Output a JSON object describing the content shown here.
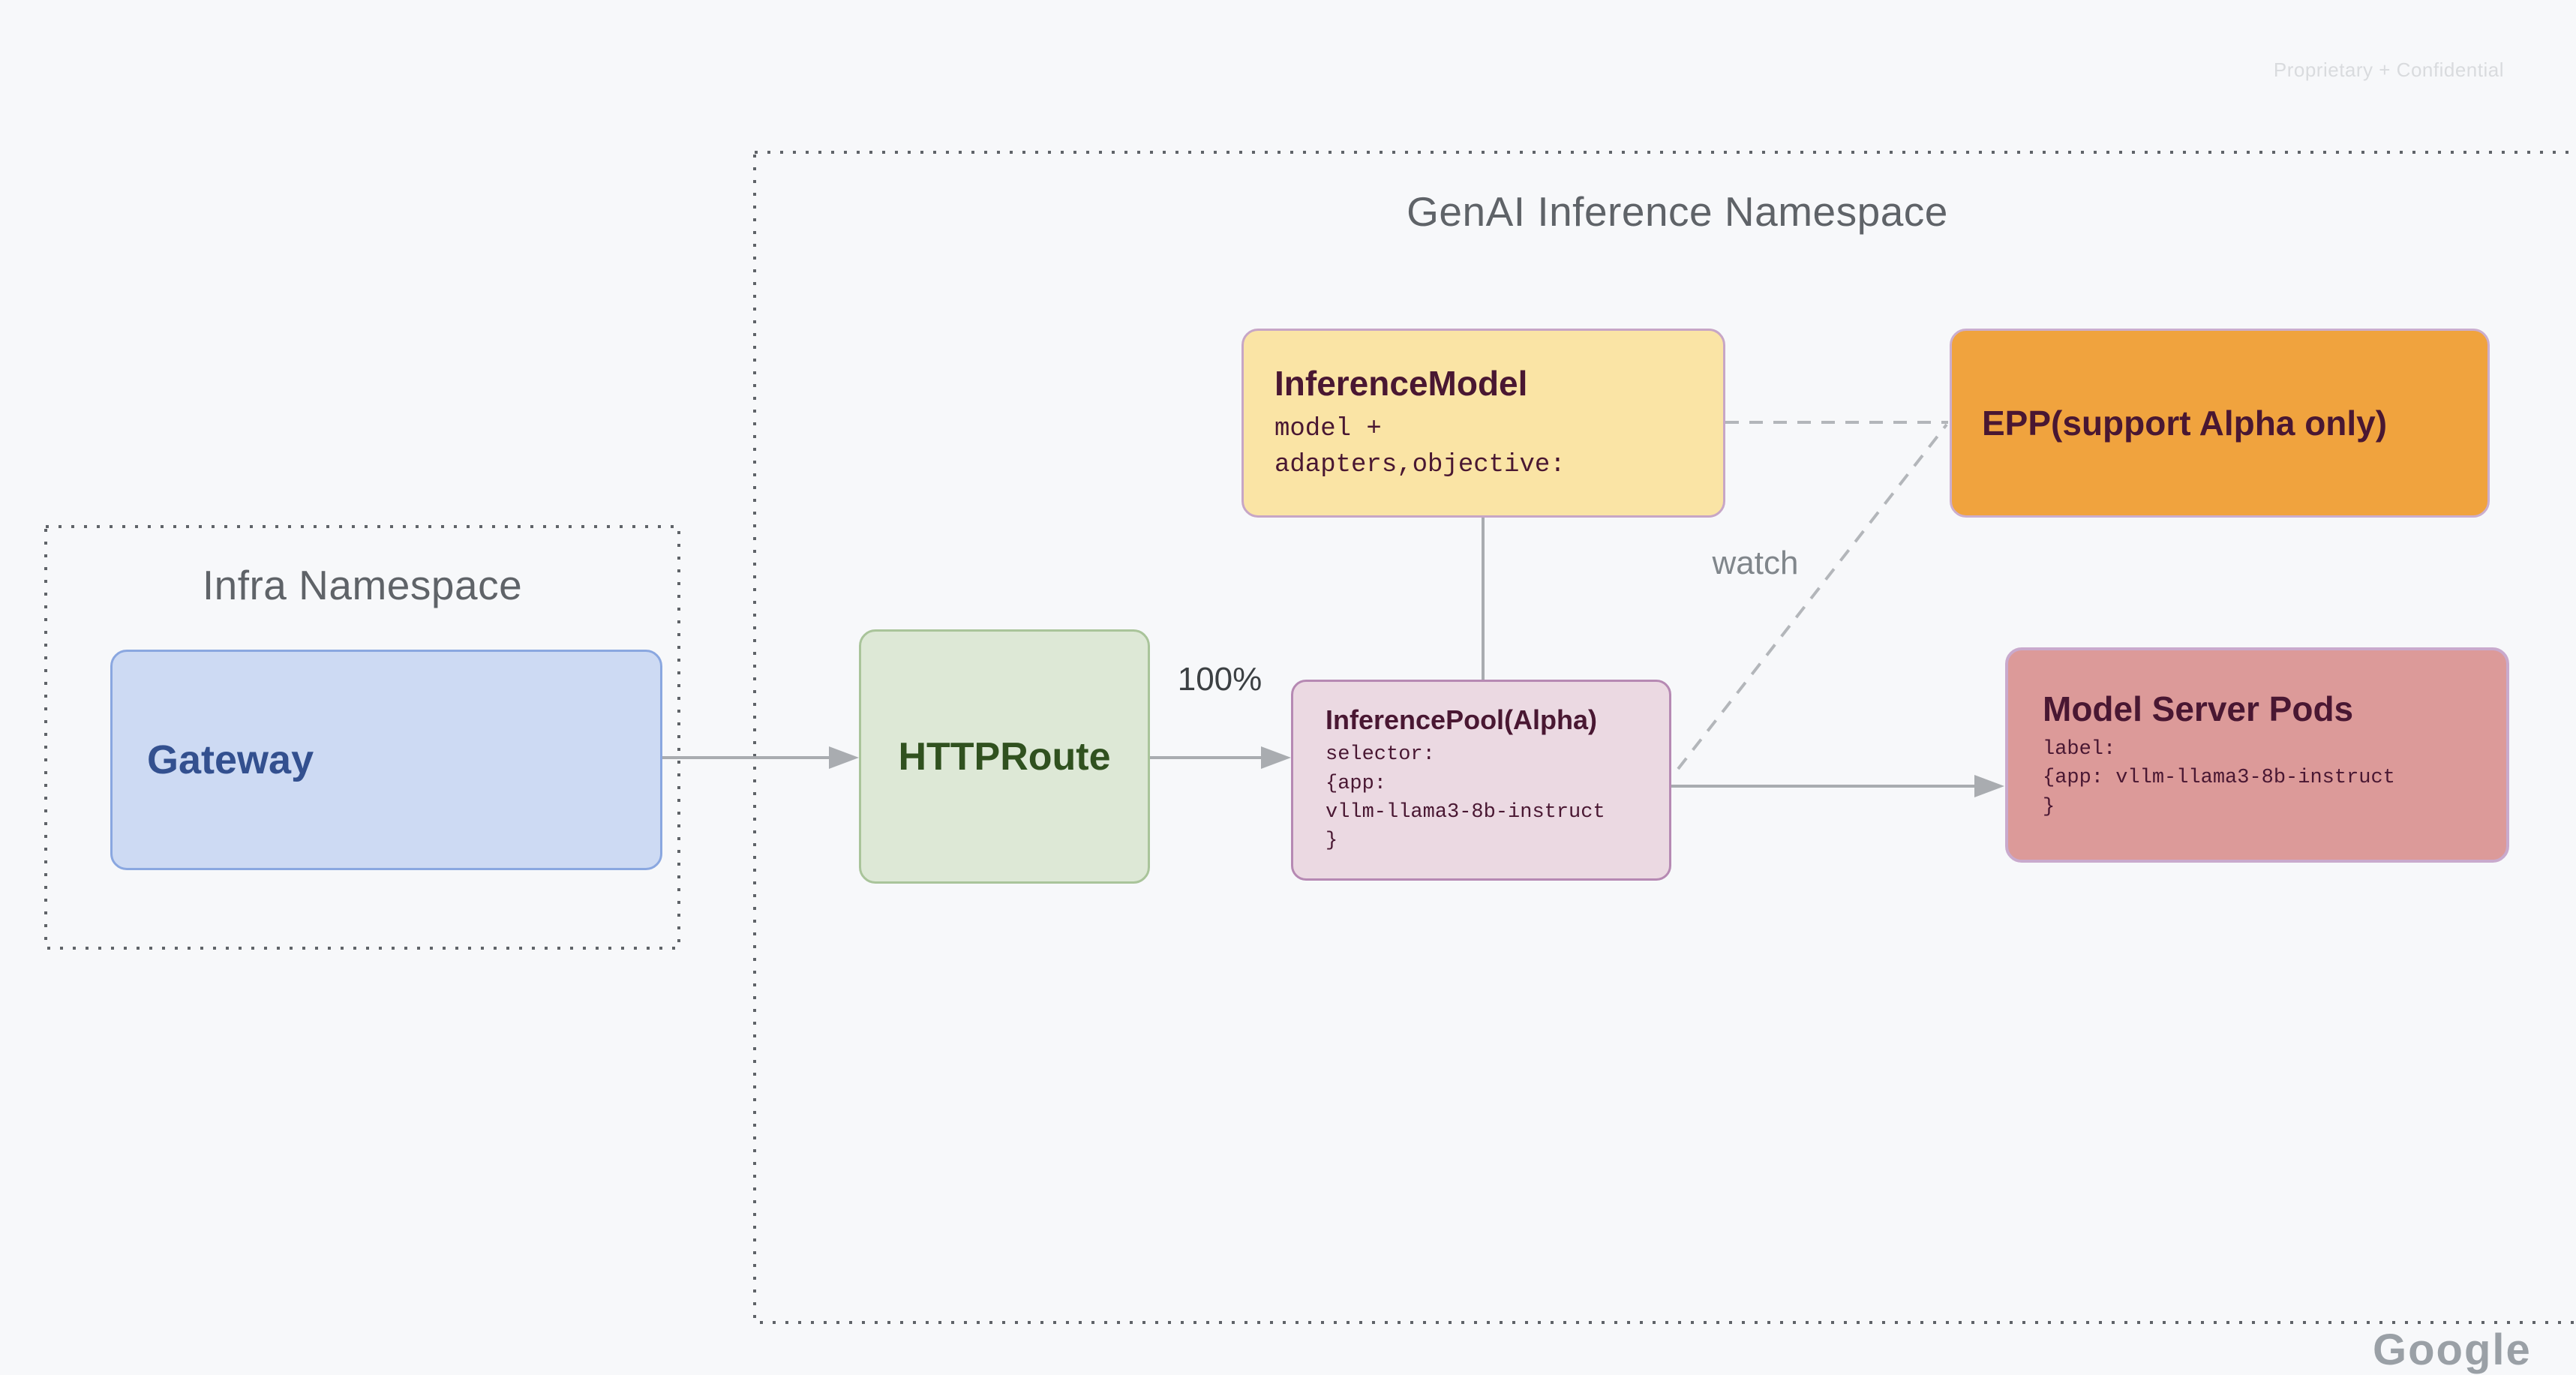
{
  "page": {
    "background": "#F7F8FA",
    "watermark_top_right": "Proprietary + Confidential",
    "watermark_bottom": "Google"
  },
  "infra": {
    "title": "Infra Namespace",
    "nodes": {
      "gateway": {
        "label": "Gateway",
        "fill": "#CDDAF3",
        "border": "#8AA7E0",
        "text_color": "#33508F"
      }
    }
  },
  "genai": {
    "title": "GenAI Inference Namespace",
    "nodes": {
      "httproute": {
        "label": "HTTPRoute",
        "fill": "#DDE8D6",
        "border": "#A9C49A",
        "text_color": "#30511F"
      },
      "inference_model": {
        "title": "InferenceModel",
        "code": "model +\nadapters,objective:",
        "fill": "#FAE4A5",
        "border": "#C7A6C6",
        "text_color": "#491732"
      },
      "epp": {
        "label": "EPP(support Alpha only)",
        "fill": "#F0A33E",
        "border": "#CBAECE",
        "text_color": "#491732"
      },
      "inference_pool": {
        "title": "InferencePool(Alpha)",
        "code": "selector:\n{app:\nvllm-llama3-8b-instruct\n}",
        "fill": "#EBD9E2",
        "border": "#B689B3",
        "text_color": "#491732"
      },
      "model_server_pods": {
        "title": "Model Server Pods",
        "code": "label:\n{app: vllm-llama3-8b-instruct\n}",
        "fill": "#DC9A99",
        "border": "#C9AACD",
        "text_color": "#491732"
      }
    },
    "edge_labels": {
      "route_weight": "100%",
      "watch": "watch"
    },
    "line_color": "#A9ACB0",
    "dashed_line_color": "#B3B6BA",
    "dotted_border_color": "#5F6368"
  }
}
